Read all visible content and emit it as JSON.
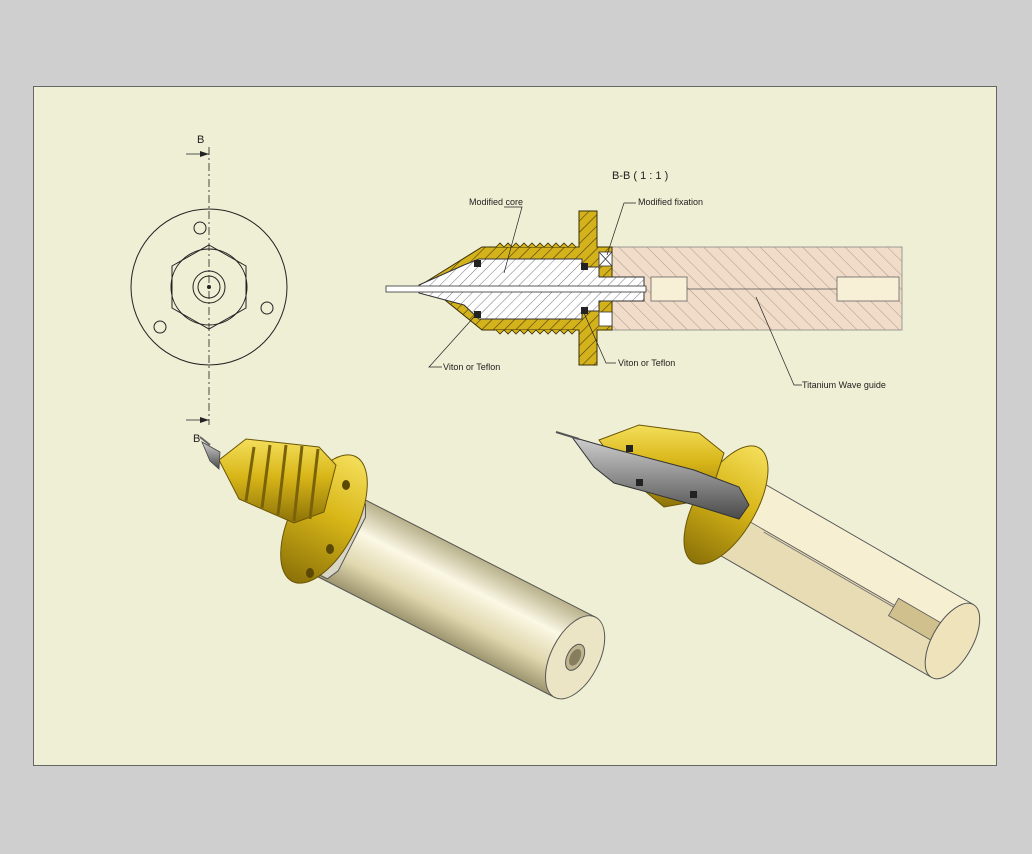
{
  "section": {
    "marker": "B",
    "title": "B-B  ( 1 : 1 )"
  },
  "callouts": {
    "modified_core": "Modified core",
    "modified_fixation": "Modified fixation",
    "seal_left": "Viton or Teflon",
    "seal_right": "Viton or Teflon",
    "waveguide": "Titanium Wave guide"
  },
  "colors": {
    "sheet_background": "#efefd6",
    "page_background": "#cfcfcf",
    "brass": "#d4b21c",
    "brass_dark": "#a88c10",
    "steel": "#8a8a8a",
    "titanium_horn": "#e6dcc2",
    "seal": "#222222"
  }
}
